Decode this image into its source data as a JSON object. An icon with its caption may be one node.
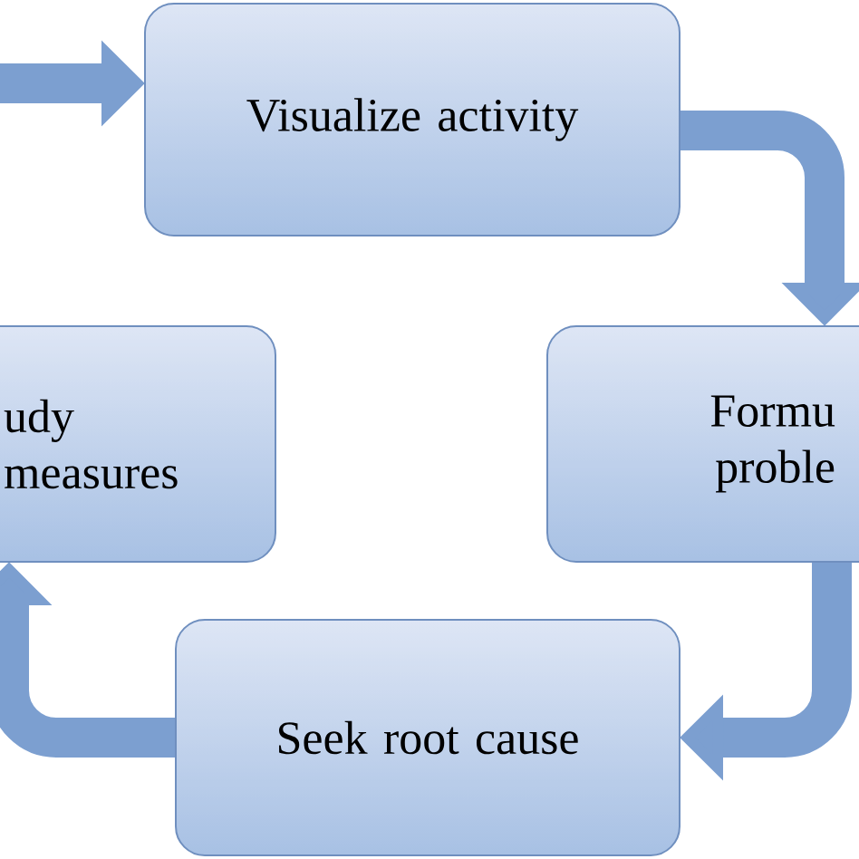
{
  "diagram": {
    "nodes": [
      {
        "text": [
          "Visualize activity"
        ]
      },
      {
        "text": [
          "Formu proble"
        ]
      },
      {
        "text": [
          "Seek root cause"
        ]
      },
      {
        "text": [
          "udy measures"
        ]
      }
    ],
    "edges": [
      {
        "from": 0,
        "to": 1,
        "arrow": "to"
      },
      {
        "from": 1,
        "to": 2,
        "arrow": "to"
      },
      {
        "from": 2,
        "to": 3,
        "arrow": "to"
      },
      {
        "from": null,
        "to": 0,
        "arrow": "to"
      }
    ]
  }
}
